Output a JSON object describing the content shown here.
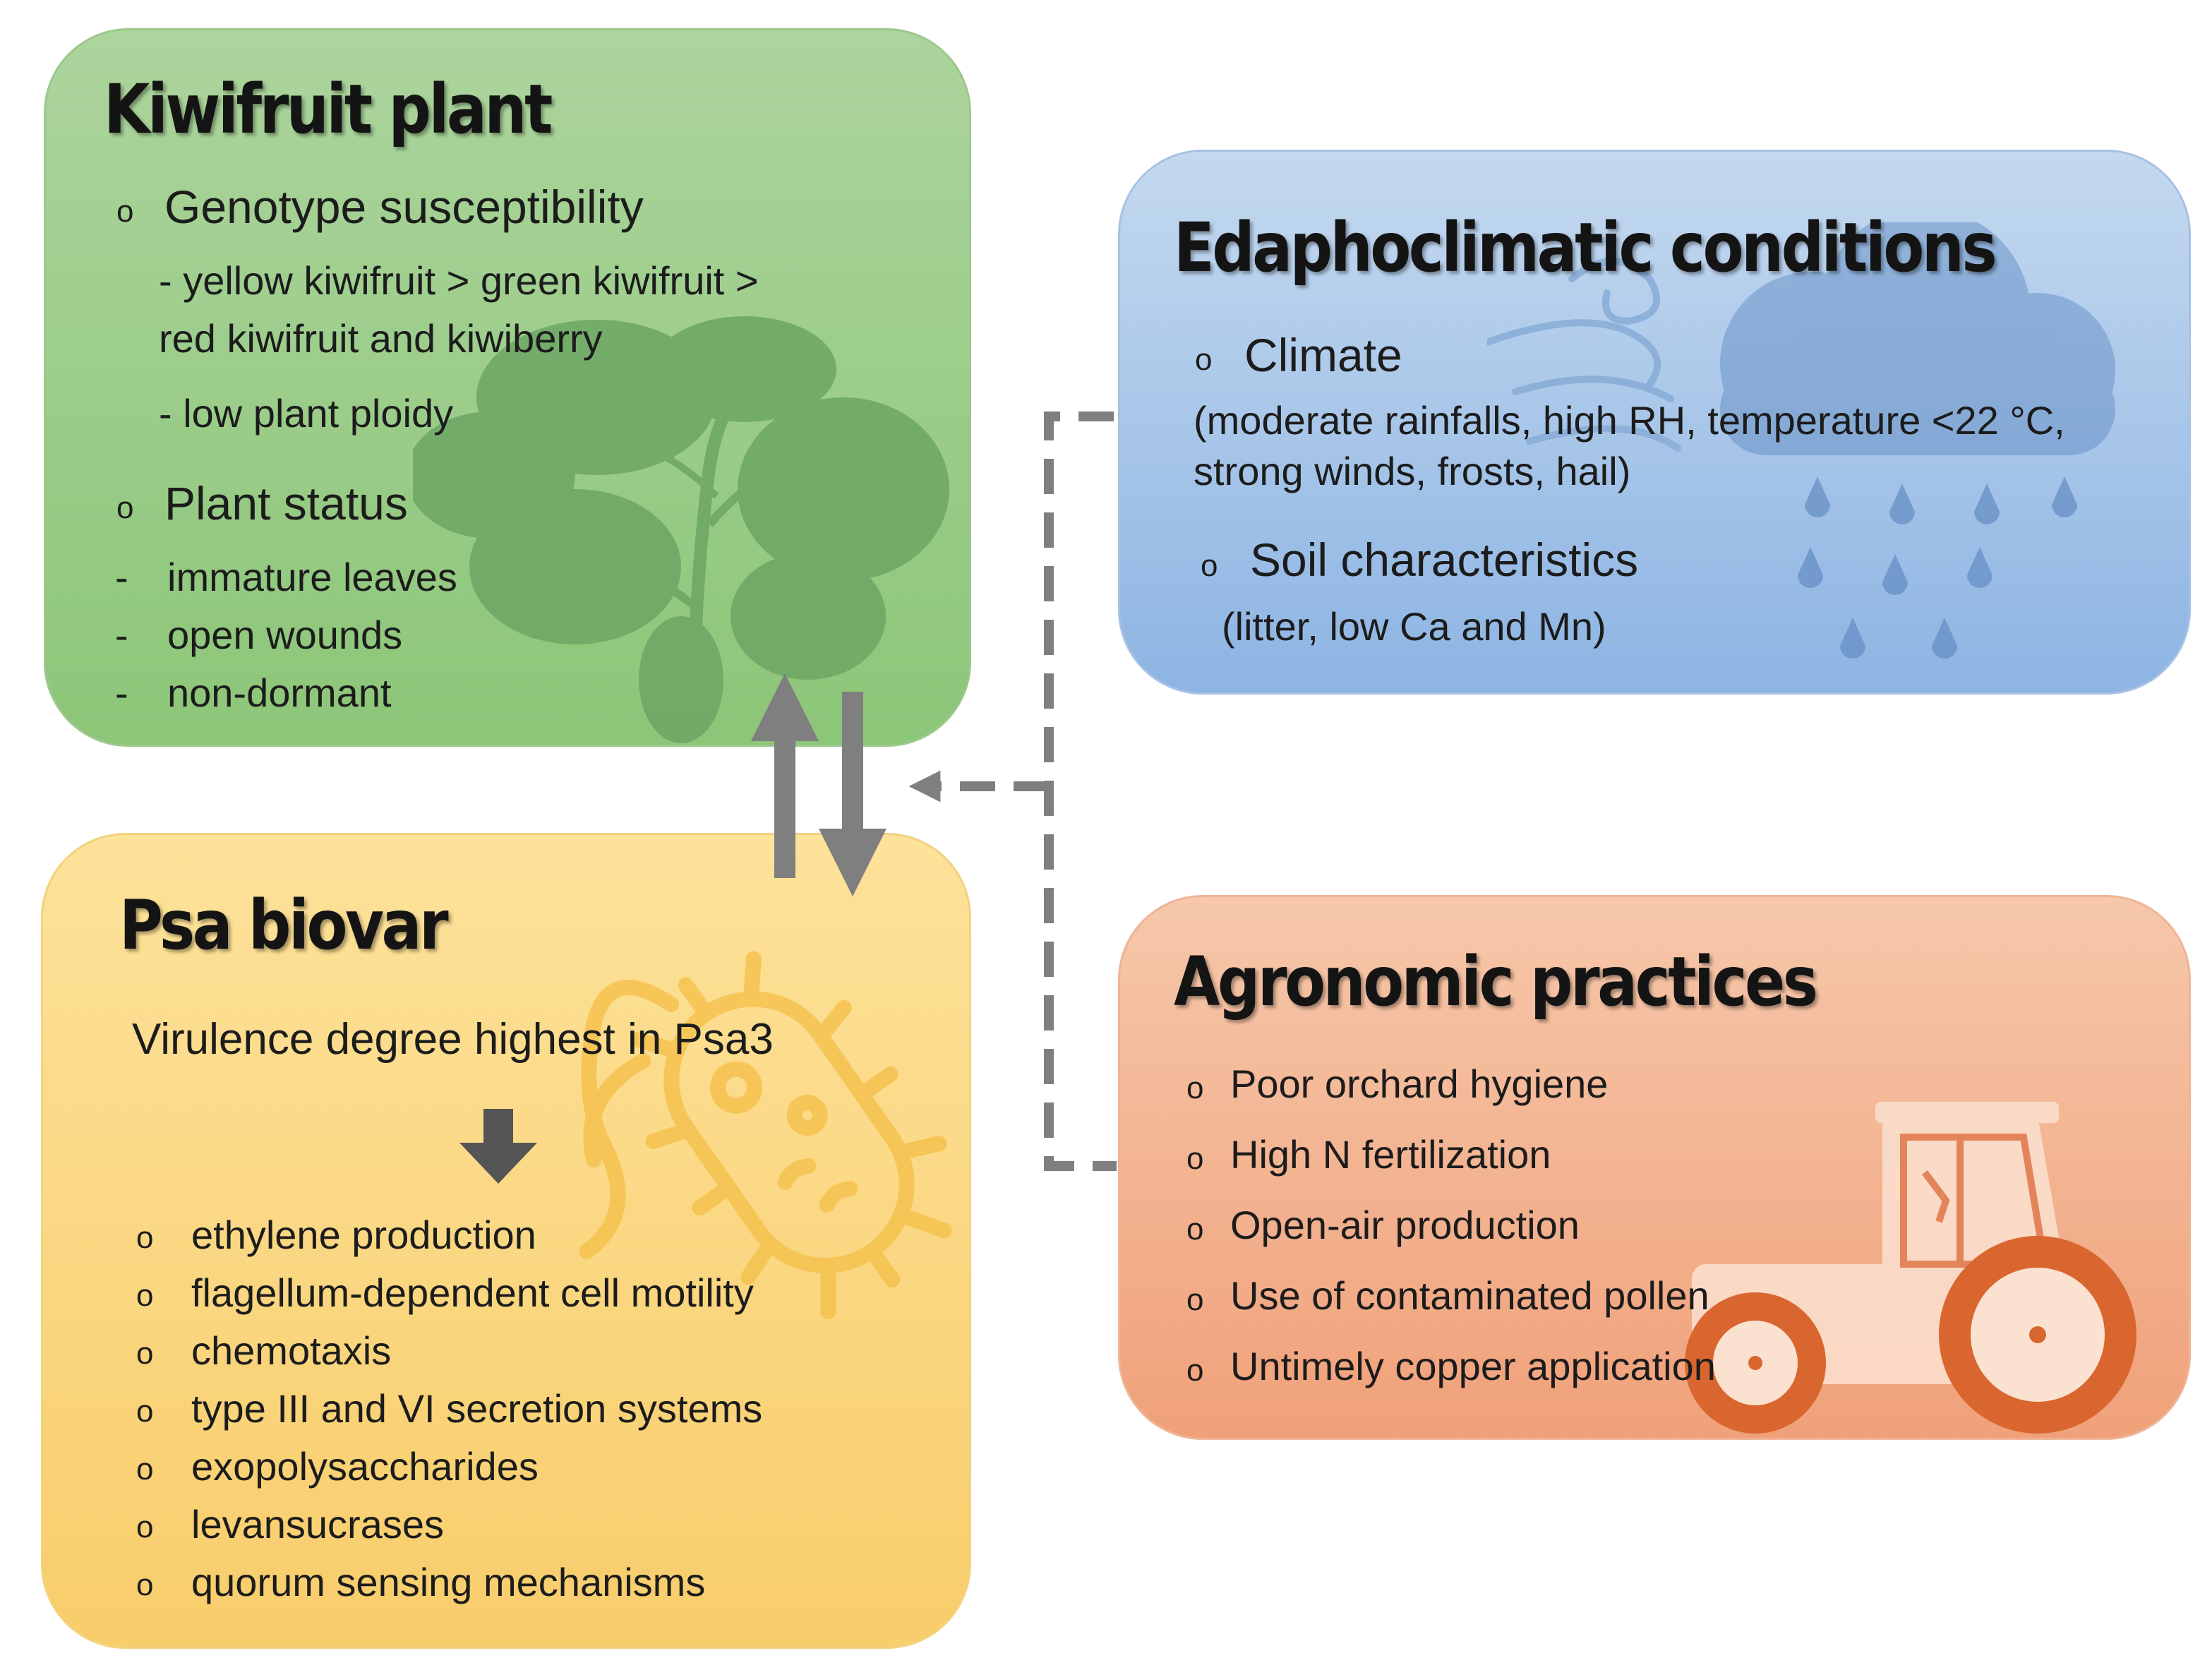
{
  "kiwifruit_plant": {
    "title": "Kiwifruit plant",
    "genotype_heading": "Genotype susceptibility",
    "genotype_order_line1": "- yellow kiwifruit > green kiwifruit >",
    "genotype_order_line2": "red kiwifruit and kiwiberry",
    "ploidy": "- low plant ploidy",
    "status_heading": "Plant status",
    "status_items": [
      "immature leaves",
      "open wounds",
      "non-dormant"
    ]
  },
  "psa_biovar": {
    "title": "Psa biovar",
    "virulence": "Virulence degree highest in Psa3",
    "factors": [
      "ethylene production",
      "flagellum-dependent cell motility",
      "chemotaxis",
      "type III and VI secretion systems",
      "exopolysaccharides",
      "levansucrases",
      "quorum sensing mechanisms"
    ]
  },
  "edaphoclimatic": {
    "title": "Edaphoclimatic conditions",
    "climate_heading": "Climate",
    "climate_detail_line1": "(moderate rainfalls, high RH, temperature <22 °C,",
    "climate_detail_line2": "strong winds, frosts, hail)",
    "soil_heading": "Soil characteristics",
    "soil_detail": "(litter, low Ca and Mn)"
  },
  "agronomic": {
    "title": "Agronomic practices",
    "items": [
      "Poor orchard hygiene",
      "High N fertilization",
      "Open-air production",
      "Use of contaminated pollen",
      "Untimely copper application"
    ]
  },
  "symbols": {
    "bullet": "o",
    "dash": "-"
  },
  "colors": {
    "kiwifruit_panel": "#9fcd8c",
    "psa_panel": "#fbd885",
    "edapho_panel": "#a9c7ea",
    "agro_panel": "#f3b592",
    "arrows": "#7f7f7f"
  }
}
